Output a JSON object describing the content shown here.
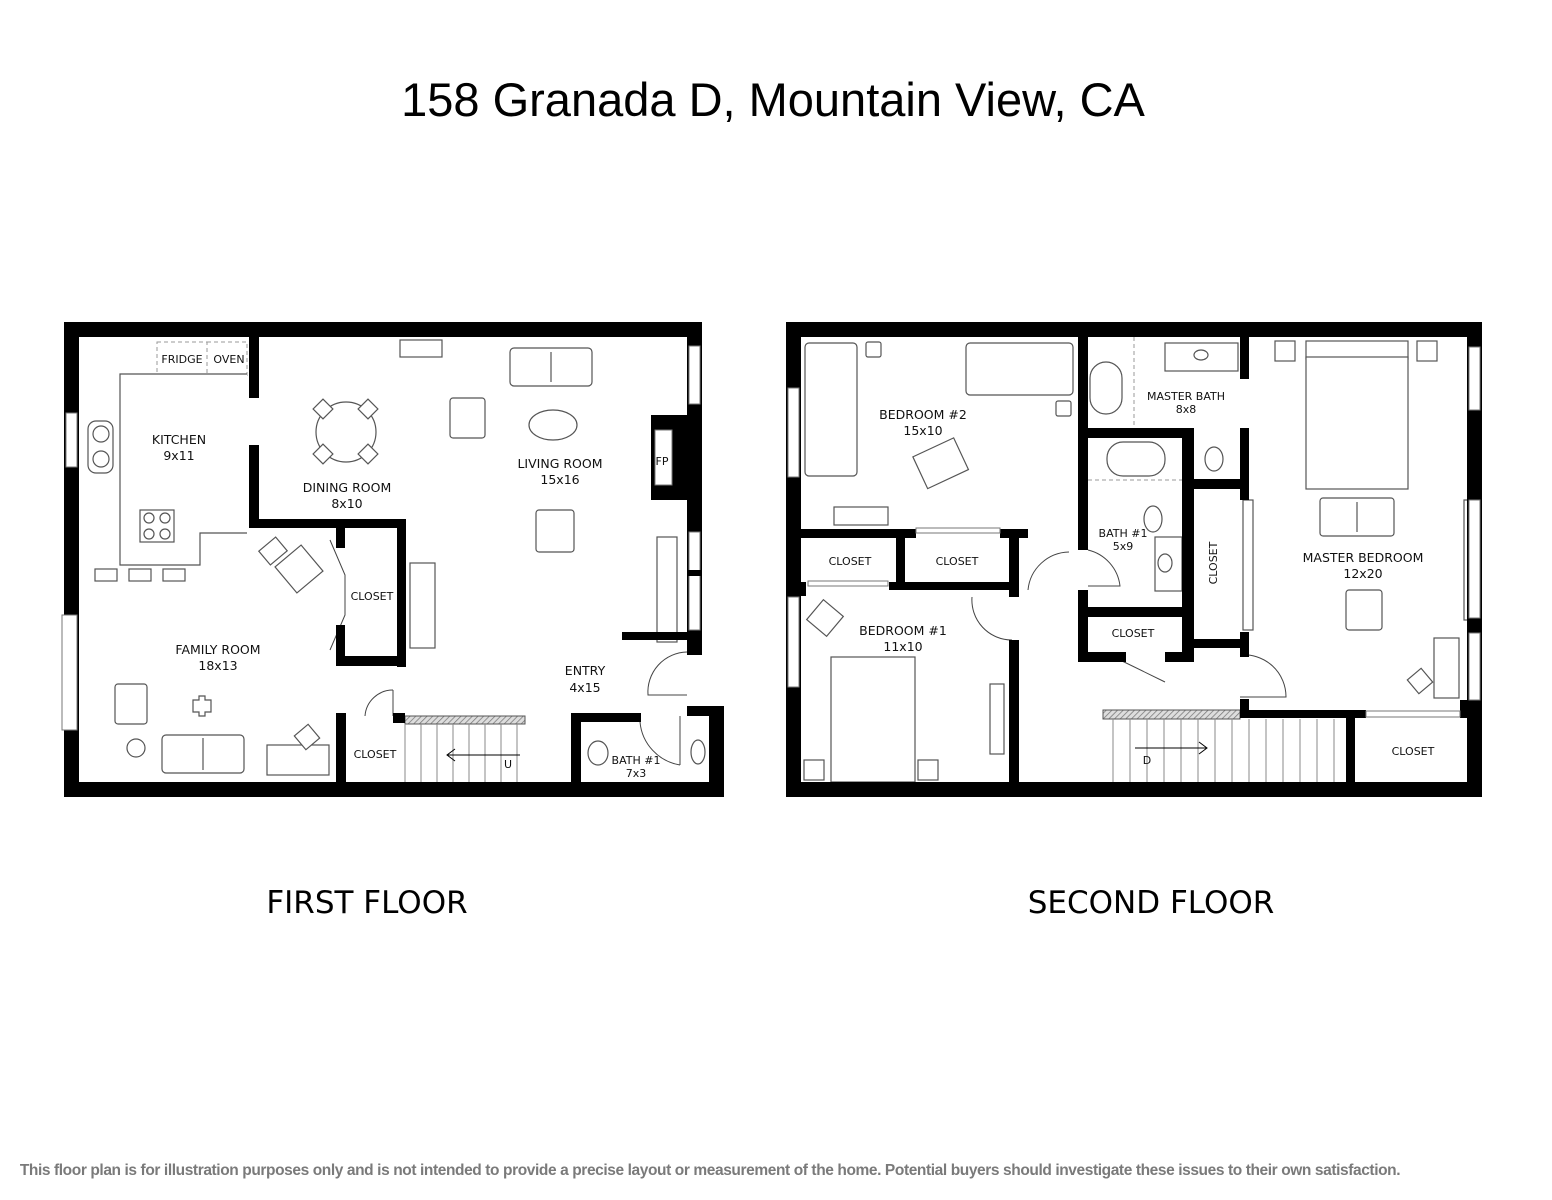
{
  "title": "158 Granada D, Mountain View, CA",
  "first_floor": {
    "label": "FIRST FLOOR",
    "fixtures": {
      "fridge": "FRIDGE",
      "oven": "OVEN",
      "fireplace": "FP",
      "stairs_dir": "U"
    },
    "rooms": {
      "kitchen": {
        "name": "KITCHEN",
        "size": "9x11"
      },
      "dining": {
        "name": "DINING ROOM",
        "size": "8x10"
      },
      "living": {
        "name": "LIVING ROOM",
        "size": "15x16"
      },
      "family": {
        "name": "FAMILY ROOM",
        "size": "18x13"
      },
      "entry": {
        "name": "ENTRY",
        "size": "4x15"
      },
      "bath1": {
        "name": "BATH #1",
        "size": "7x3"
      },
      "closet_a": {
        "name": "CLOSET"
      },
      "closet_b": {
        "name": "CLOSET"
      }
    }
  },
  "second_floor": {
    "label": "SECOND FLOOR",
    "fixtures": {
      "stairs_dir": "D"
    },
    "rooms": {
      "bedroom2": {
        "name": "BEDROOM #2",
        "size": "15x10"
      },
      "master_bath": {
        "name": "MASTER BATH",
        "size": "8x8"
      },
      "bath1": {
        "name": "BATH #1",
        "size": "5x9"
      },
      "master_bedroom": {
        "name": "MASTER BEDROOM",
        "size": "12x20"
      },
      "bedroom1": {
        "name": "BEDROOM #1",
        "size": "11x10"
      },
      "closet_a": {
        "name": "CLOSET"
      },
      "closet_b": {
        "name": "CLOSET"
      },
      "closet_c": {
        "name": "CLOSET"
      },
      "closet_d": {
        "name": "CLOSET"
      },
      "closet_e": {
        "name": "CLOSET"
      }
    }
  },
  "disclaimer": "This floor plan is for illustration purposes only and is not intended to provide a precise layout or measurement of the home. Potential buyers should investigate these issues to their own satisfaction."
}
